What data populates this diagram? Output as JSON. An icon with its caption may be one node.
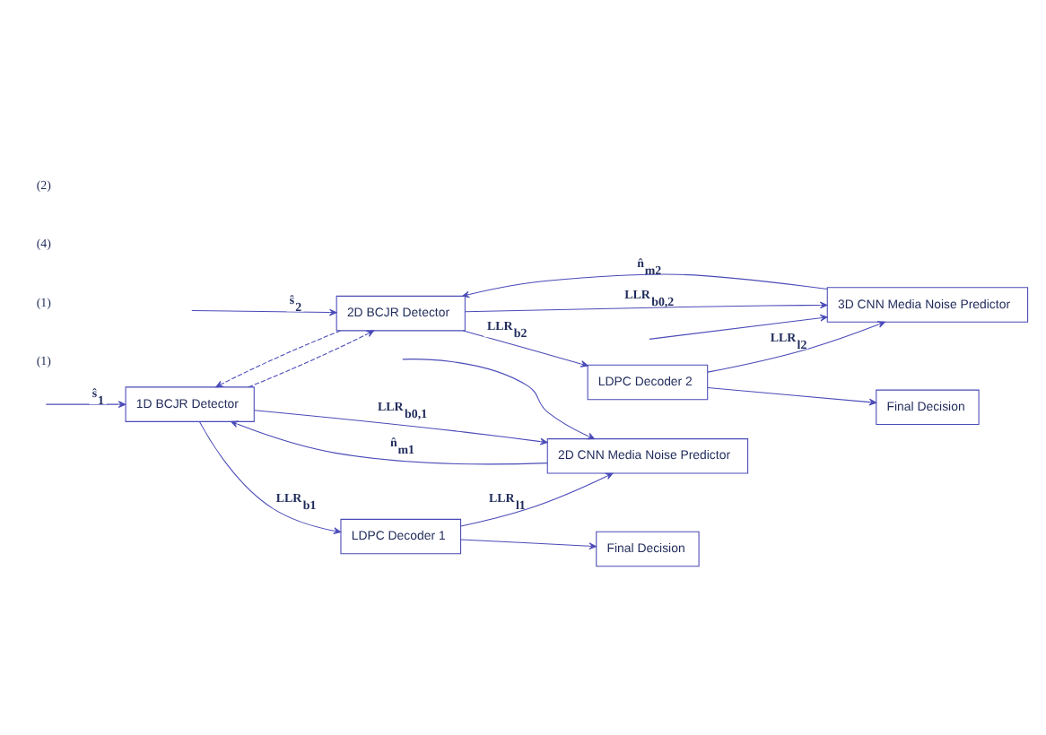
{
  "diagram": {
    "nodes": [
      {
        "text": [
          "1D BCJR Detector"
        ]
      },
      {
        "text": [
          "LDPC Decoder 1"
        ]
      },
      {
        "text": [
          "2D CNN Media Noise Predictor"
        ]
      },
      {
        "text": [
          "Final Decision"
        ]
      },
      {
        "text": [
          "2D BCJR Detector"
        ]
      },
      {
        "text": [
          "LDPC Decoder 2"
        ]
      },
      {
        "text": [
          "3D CNN Media Noise Predictor"
        ]
      },
      {
        "text": [
          "Final Decision"
        ]
      }
    ],
    "edges": [
      {
        "from": null,
        "to": 0,
        "arrow": "to",
        "label": "ŝ$_{1}$"
      },
      {
        "from": null,
        "to": 2,
        "arrow": "to"
      },
      {
        "from": 2,
        "to": 0,
        "arrow": "to",
        "label": "n̂$_{m1}$"
      },
      {
        "from": 0,
        "to": 2,
        "arrow": "to",
        "label": "LLR$_{b0,1}$"
      },
      {
        "from": 0,
        "to": 1,
        "arrow": "to",
        "label": "LLR$_{b1}$"
      },
      {
        "from": 1,
        "to": 2,
        "arrow": "to",
        "label": "LLR$_{l1}$"
      },
      {
        "from": 1,
        "to": 3,
        "arrow": "to"
      },
      {
        "from": 4,
        "to": 0,
        "arrow": "to",
        "style": "dashed"
      },
      {
        "from": 0,
        "to": 4,
        "arrow": "to",
        "style": "dashed"
      },
      {
        "from": null,
        "to": 4,
        "arrow": "to",
        "label": "ŝ$_{2}$"
      },
      {
        "from": null,
        "to": 6,
        "arrow": "to"
      },
      {
        "from": 4,
        "to": 6,
        "arrow": "to",
        "label": "LLR$_{b0,2}$"
      },
      {
        "from": 4,
        "to": 5,
        "arrow": "to",
        "label": "LLR$_{b2}$"
      },
      {
        "from": 5,
        "to": 6,
        "arrow": "to",
        "label": "LLR$_{l2}$"
      },
      {
        "from": 5,
        "to": 7,
        "arrow": "to"
      },
      {
        "from": 6,
        "to": 4,
        "arrow": "to",
        "label": "n̂$_{m2}$"
      }
    ],
    "labels": [
      "(1)",
      "(1)",
      "(4)",
      "(2)"
    ]
  }
}
